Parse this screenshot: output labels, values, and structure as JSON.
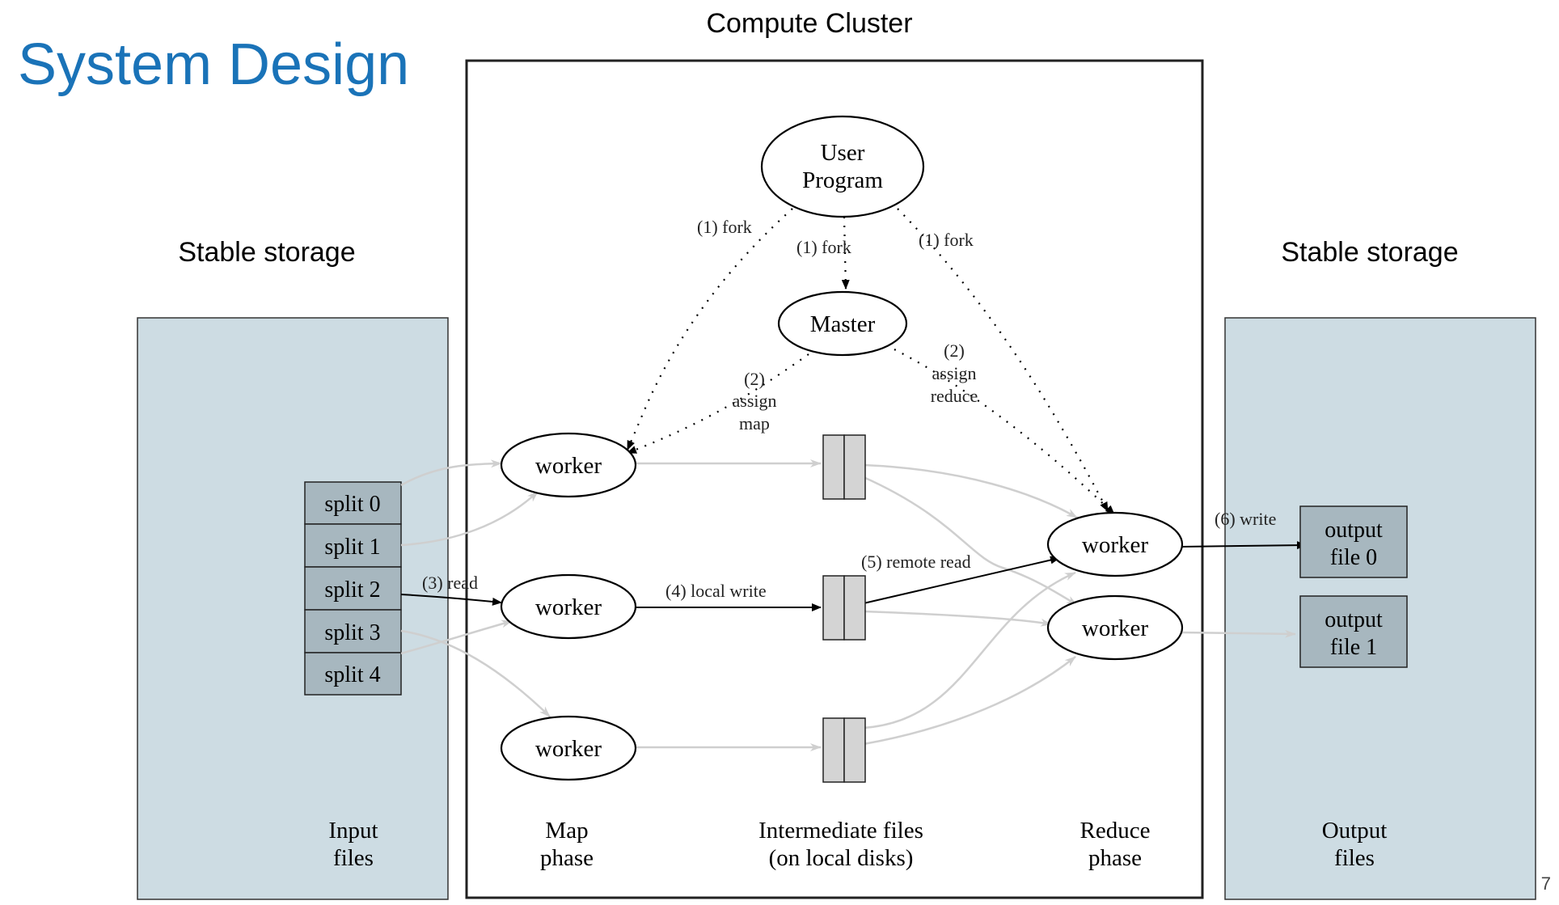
{
  "slide": {
    "title": "System Design",
    "page_number": "7",
    "title_color": "#1a73b8"
  },
  "cluster": {
    "label": "Compute Cluster"
  },
  "storage": {
    "left_label": "Stable storage",
    "right_label": "Stable storage",
    "panel_color": "#cddce3"
  },
  "inputs": {
    "splits": [
      "split 0",
      "split 1",
      "split 2",
      "split 3",
      "split 4"
    ],
    "caption_line1": "Input",
    "caption_line2": "files"
  },
  "nodes": {
    "user_program_line1": "User",
    "user_program_line2": "Program",
    "master": "Master",
    "map_worker_1": "worker",
    "map_worker_2": "worker",
    "map_worker_3": "worker",
    "reduce_worker_1": "worker",
    "reduce_worker_2": "worker"
  },
  "outputs": {
    "file0_line1": "output",
    "file0_line2": "file 0",
    "file1_line1": "output",
    "file1_line2": "file 1",
    "caption_line1": "Output",
    "caption_line2": "files"
  },
  "edges": {
    "fork_left": "(1) fork",
    "fork_center": "(1) fork",
    "fork_right": "(1) fork",
    "assign_map_line1": "(2)",
    "assign_map_line2": "assign",
    "assign_map_line3": "map",
    "assign_reduce_line1": "(2)",
    "assign_reduce_line2": "assign",
    "assign_reduce_line3": "reduce",
    "read": "(3) read",
    "local_write": "(4) local write",
    "remote_read": "(5) remote read",
    "write": "(6) write"
  },
  "phases": {
    "map_line1": "Map",
    "map_line2": "phase",
    "intermediate_line1": "Intermediate files",
    "intermediate_line2": "(on local disks)",
    "reduce_line1": "Reduce",
    "reduce_line2": "phase"
  }
}
